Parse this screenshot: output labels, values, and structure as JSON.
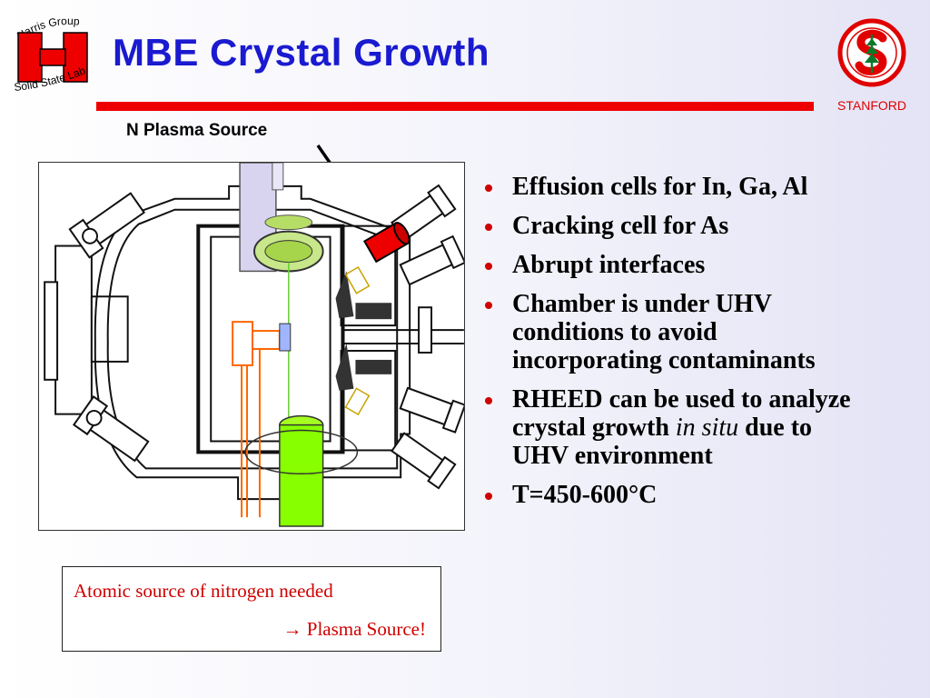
{
  "header": {
    "title": "MBE Crystal Growth",
    "harris_logo_text_top": "Harris Group",
    "harris_logo_text_bottom": "Solid State Lab",
    "stanford_label": "STANFORD",
    "colors": {
      "title": "#1a1ad0",
      "accent": "#ee0000"
    }
  },
  "figure": {
    "plasma_source_label": "N Plasma Source"
  },
  "caption": {
    "line1": "Atomic source of nitrogen needed",
    "line2": "→ Plasma Source!"
  },
  "bullets": [
    {
      "text": "Effusion cells for In, Ga, Al"
    },
    {
      "text": "Cracking cell for As"
    },
    {
      "text": "Abrupt interfaces"
    },
    {
      "text": "Chamber is under UHV conditions to avoid incorporating contaminants"
    },
    {
      "pre": "RHEED can be used to analyze crystal growth ",
      "italic": "in situ",
      "post": " due to UHV environment"
    },
    {
      "text": "T=450-600°C"
    }
  ]
}
